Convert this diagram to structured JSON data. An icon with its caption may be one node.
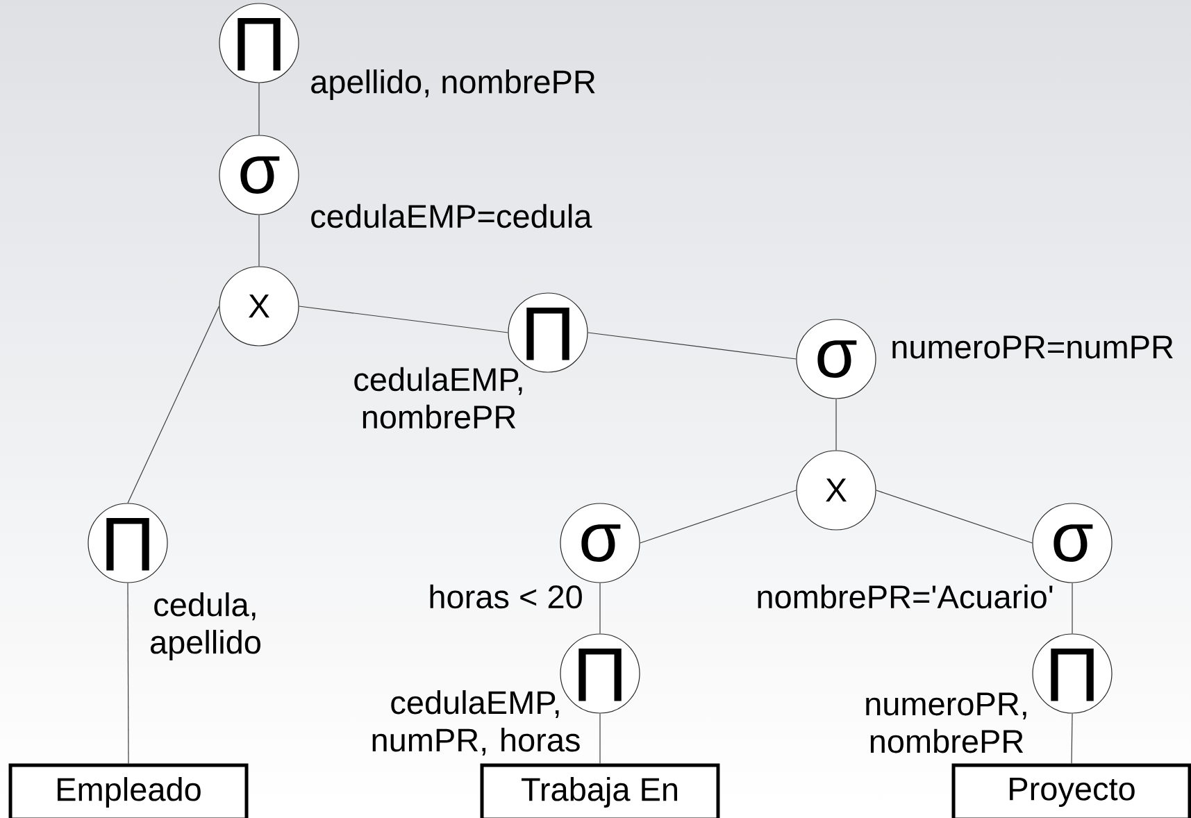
{
  "diagram": {
    "nodes": [
      {
        "text": [
          "Π"
        ],
        "beside": [
          "apellido, nombrePR"
        ]
      },
      {
        "text": [
          "σ"
        ],
        "beside": [
          "cedulaEMP=cedula"
        ]
      },
      {
        "text": [
          "X"
        ]
      },
      {
        "text": [
          "Π"
        ],
        "beside": [
          "cedulaEMP, nombrePR"
        ]
      },
      {
        "text": [
          "σ"
        ],
        "beside": [
          "numeroPR=numPR"
        ]
      },
      {
        "text": [
          "X"
        ]
      },
      {
        "text": [
          "Π"
        ],
        "beside": [
          "cedula, apellido"
        ]
      },
      {
        "text": [
          "σ"
        ],
        "beside": [
          "horas < 20"
        ]
      },
      {
        "text": [
          "σ"
        ],
        "beside": [
          "nombrePR='Acuario'"
        ]
      },
      {
        "text": [
          "Π"
        ],
        "beside": [
          "cedulaEMP, numPR, horas"
        ]
      },
      {
        "text": [
          "Π"
        ],
        "beside": [
          "numeroPR, nombrePR"
        ]
      },
      {
        "text": [
          "Empleado"
        ]
      },
      {
        "text": [
          "Trabaja En"
        ]
      },
      {
        "text": [
          "Proyecto"
        ]
      }
    ],
    "edges": [
      {
        "from": 0,
        "to": 1,
        "arrow": "none"
      },
      {
        "from": 1,
        "to": 2,
        "arrow": "none"
      },
      {
        "from": 2,
        "to": 3,
        "arrow": "none"
      },
      {
        "from": 3,
        "to": 4,
        "arrow": "none"
      },
      {
        "from": 4,
        "to": 5,
        "arrow": "none"
      },
      {
        "from": 2,
        "to": 6,
        "arrow": "none"
      },
      {
        "from": 5,
        "to": 7,
        "arrow": "none"
      },
      {
        "from": 5,
        "to": 8,
        "arrow": "none"
      },
      {
        "from": 6,
        "to": 11,
        "arrow": "none"
      },
      {
        "from": 7,
        "to": 9,
        "arrow": "none"
      },
      {
        "from": 8,
        "to": 10,
        "arrow": "none"
      },
      {
        "from": 9,
        "to": 12,
        "arrow": "none"
      },
      {
        "from": 10,
        "to": 13,
        "arrow": "none"
      }
    ]
  }
}
